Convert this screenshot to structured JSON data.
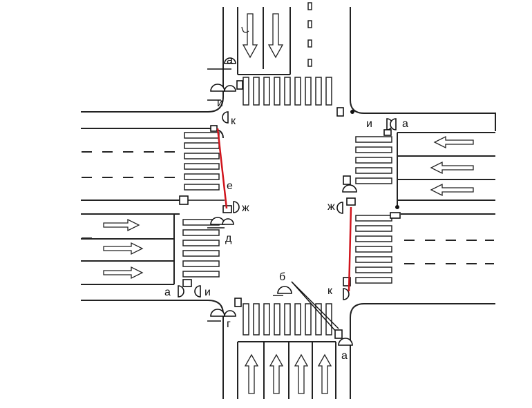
{
  "diagram": {
    "labels": {
      "n_a": "а",
      "n_i": "и",
      "n_k": "к",
      "e_i": "и",
      "e_a": "а",
      "w_e": "е",
      "w_zh": "ж",
      "w_d": "д",
      "c_zh": "ж",
      "sw_a": "а",
      "sw_i": "и",
      "s_g": "г",
      "s_b": "б",
      "s_k": "к",
      "s_a": "а"
    },
    "colors": {
      "road": "#222222",
      "pedestrian_link": "#d0141c",
      "background": "#ffffff"
    }
  }
}
